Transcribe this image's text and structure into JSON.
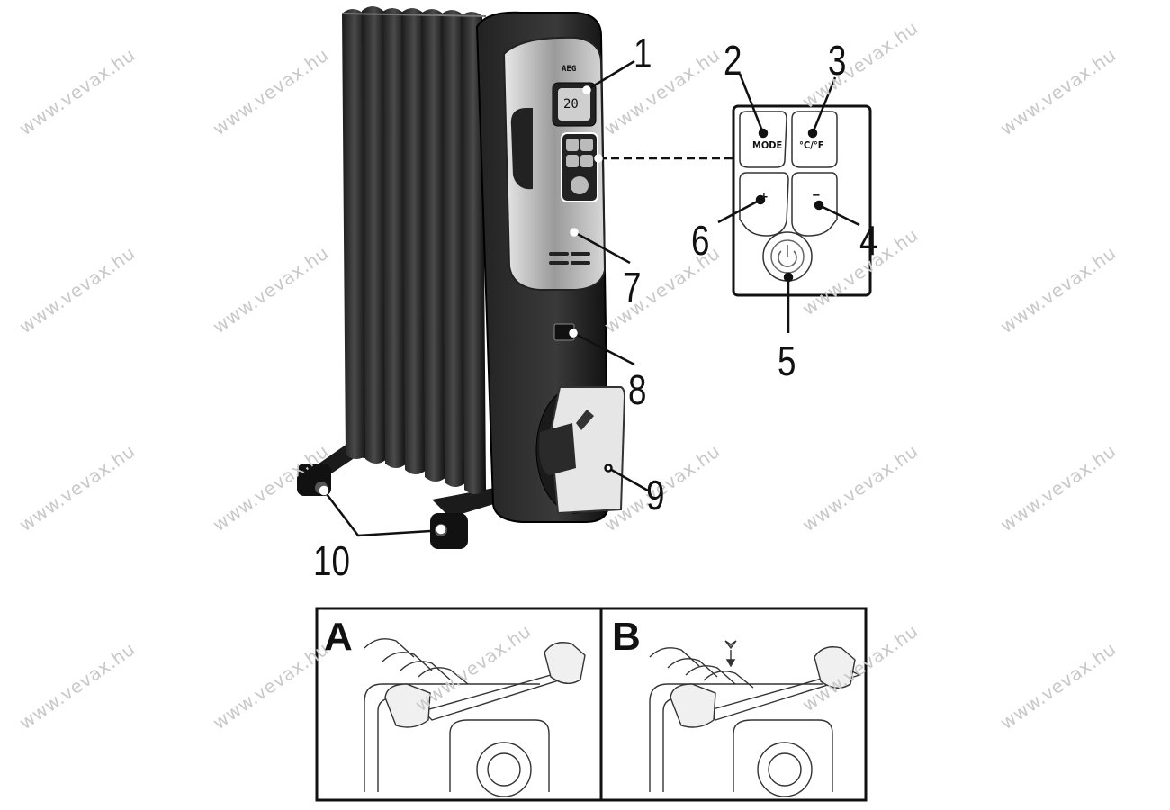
{
  "watermark": "www.vevax.hu",
  "product": {
    "brand": "AEG",
    "display_value": "20"
  },
  "control_panel": {
    "mode_label": "MODE",
    "unit_label": "°C/°F",
    "plus_symbol": "+",
    "minus_symbol": "−"
  },
  "callouts": [
    {
      "id": "1",
      "label": "1"
    },
    {
      "id": "2",
      "label": "2"
    },
    {
      "id": "3",
      "label": "3"
    },
    {
      "id": "4",
      "label": "4"
    },
    {
      "id": "5",
      "label": "5"
    },
    {
      "id": "6",
      "label": "6"
    },
    {
      "id": "7",
      "label": "7"
    },
    {
      "id": "8",
      "label": "8"
    },
    {
      "id": "9",
      "label": "9"
    },
    {
      "id": "10",
      "label": "10"
    }
  ],
  "panels": {
    "a_label": "A",
    "b_label": "B"
  }
}
